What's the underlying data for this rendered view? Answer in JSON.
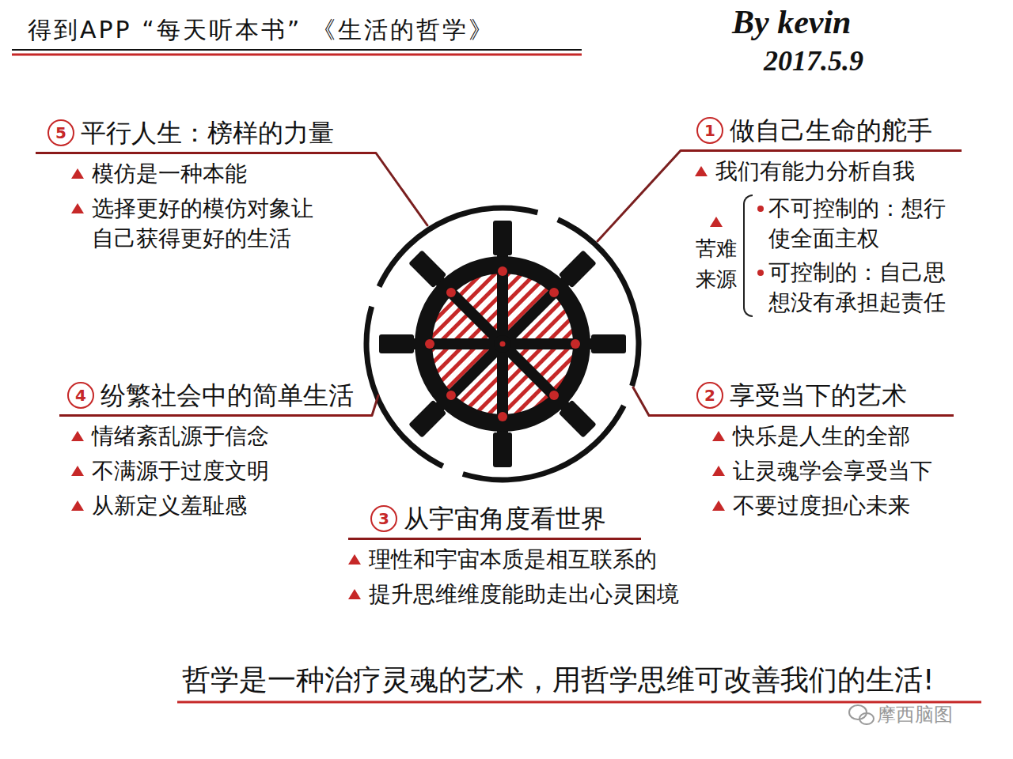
{
  "diagram": {
    "title": "得到APP “每天听本书” 《生活的哲学》",
    "caption": "哲学是一种治疗灵魂的艺术，用哲学思维可改善我们的生活!",
    "nodes": [
      {
        "text": [
          "1",
          "做自己生命的舵手",
          "我们有能力分析自我",
          "苦难来源",
          "不可控制的：想行使全面主权",
          "可控制的：自己思想没有承担起责任"
        ]
      },
      {
        "text": [
          "2",
          "享受当下的艺术",
          "快乐是人生的全部",
          "让灵魂学会享受当下",
          "不要过度担心未来"
        ]
      },
      {
        "text": [
          "3",
          "从宇宙角度看世界",
          "理性和宇宙本质是相互联系的",
          "提升思维维度能助走出心灵困境"
        ]
      },
      {
        "text": [
          "4",
          "纷繁社会中的简单生活",
          "情绪紊乱源于信念",
          "不满源于过度文明",
          "从新定义羞耻感"
        ]
      },
      {
        "text": [
          "5",
          "平行人生：榜样的力量",
          "模仿是一种本能",
          "选择更好的模仿对象让自己获得更好的生活"
        ]
      }
    ],
    "labels": [
      "By kevin",
      "2017.5.9",
      "摩西脑图"
    ]
  }
}
